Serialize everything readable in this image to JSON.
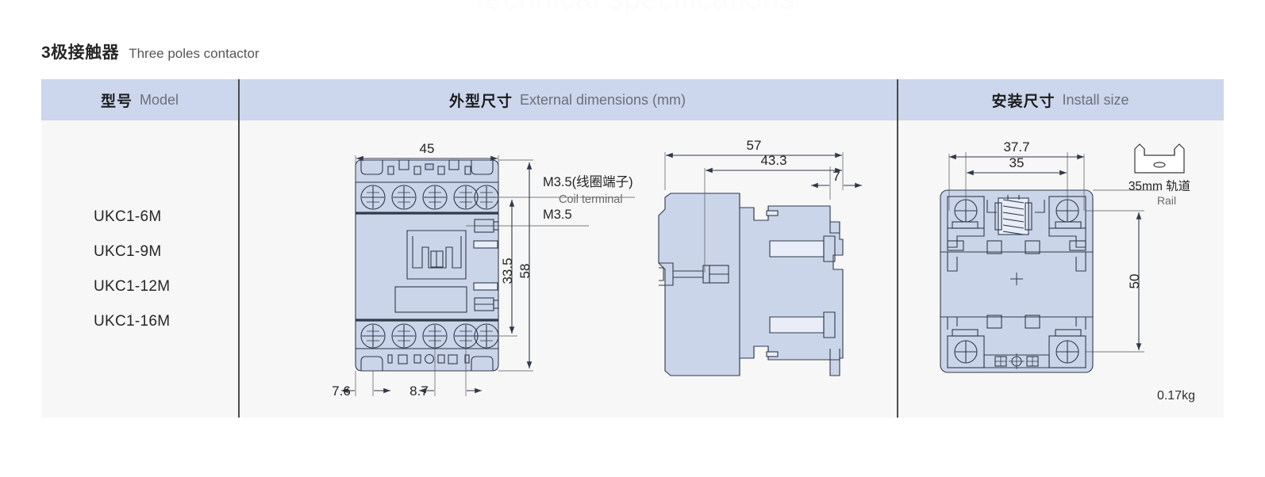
{
  "watermark": "Technical specifications",
  "section_title": {
    "cn": "3极接触器",
    "en": "Three poles contactor"
  },
  "table": {
    "headers": [
      {
        "cn": "型号",
        "en": "Model"
      },
      {
        "cn": "外型尺寸",
        "en": "External dimensions (mm)"
      },
      {
        "cn": "安装尺寸",
        "en": "Install size"
      }
    ],
    "models": [
      "UKC1-6M",
      "UKC1-9M",
      "UKC1-12M",
      "UKC1-16M"
    ],
    "weight": "0.17kg"
  },
  "drawings": {
    "front_view": {
      "dimensions": {
        "width_top": "45",
        "height_overall": "58",
        "height_inner": "33.5",
        "bottom_left": "7.6",
        "bottom_center": "8.7"
      },
      "annotations": {
        "coil_terminal_cn": "M3.5(线圈端子)",
        "coil_terminal_en": "Coil terminal",
        "terminal_thread": "M3.5"
      }
    },
    "side_view": {
      "dimensions": {
        "depth_overall": "57",
        "depth_body": "43.3",
        "rail_offset": "7"
      }
    },
    "install_view": {
      "dimensions": {
        "width_outer": "37.7",
        "width_inner": "35",
        "height": "50"
      },
      "rail": {
        "cn": "35mm 轨道",
        "en": "Rail",
        "icon": "din-rail-icon"
      }
    }
  },
  "colors": {
    "header_bg": "#ccd7ed",
    "body_fill": "#cbd5ea",
    "table_bg": "#f7f7f8",
    "line": "#2f3a4a",
    "divider": "#4a4a4a"
  }
}
